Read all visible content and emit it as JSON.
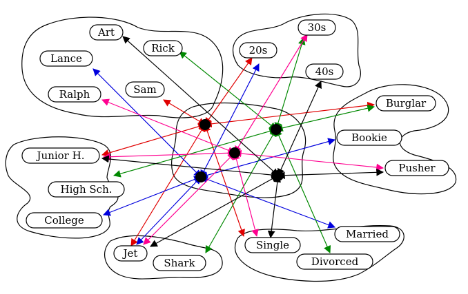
{
  "nodes": {
    "art": "Art",
    "rick": "Rick",
    "lance": "Lance",
    "ralph": "Ralph",
    "sam": "Sam",
    "age30s": "30s",
    "age20s": "20s",
    "age40s": "40s",
    "burglar": "Burglar",
    "bookie": "Bookie",
    "pusher": "Pusher",
    "junior": "Junior H.",
    "highsch": "High Sch.",
    "college": "College",
    "jet": "Jet",
    "shark": "Shark",
    "single": "Single",
    "married": "Married",
    "divorced": "Divorced"
  },
  "colors": {
    "red": "#e00000",
    "blue": "#0000dd",
    "green": "#008800",
    "magenta": "#ff0090",
    "black": "#000000"
  }
}
